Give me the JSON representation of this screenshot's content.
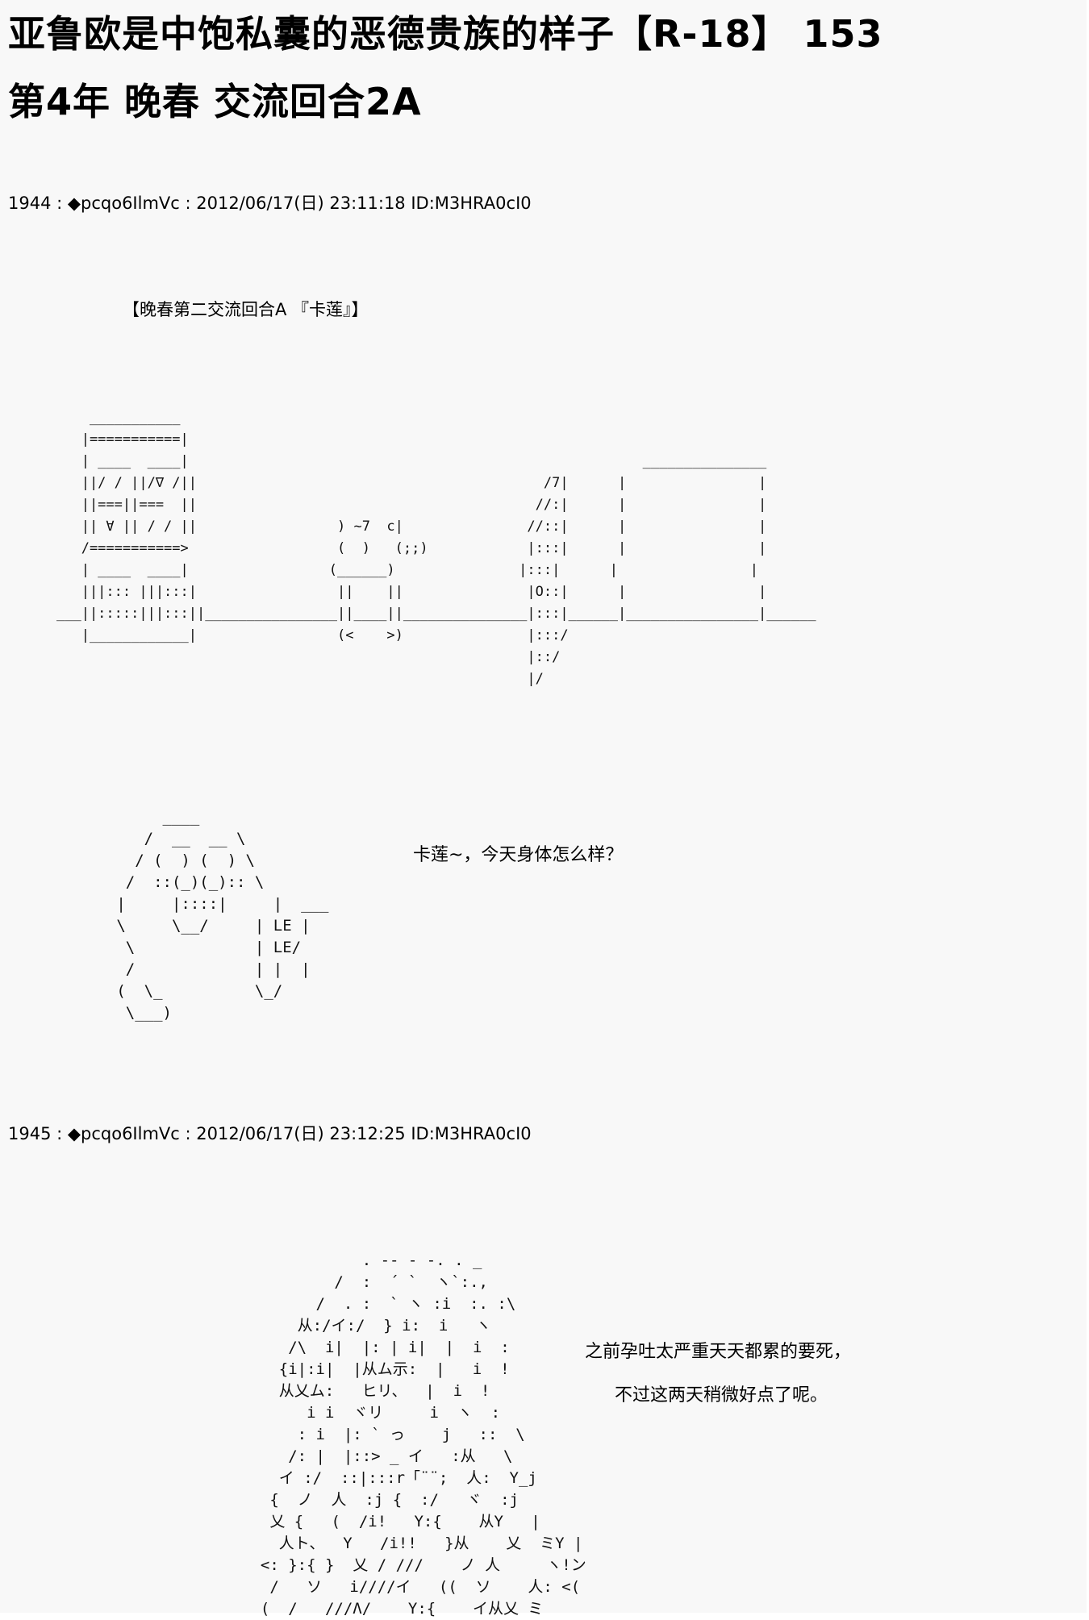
{
  "page": {
    "title": "亚鲁欧是中饱私囊的恶德贵族的样子【R-18】 153",
    "subtitle": "第4年  晚春  交流回合2A"
  },
  "posts": [
    {
      "header": "1944 : ◆pcqo6IlmVc : 2012/06/17(日) 23:11:18 ID:M3HRA0cI0",
      "scene_label": "【晚春第二交流回合A 『卡莲』】",
      "dialogue": [
        "卡莲~，今天身体怎么样？"
      ]
    },
    {
      "header": "1945 : ◆pcqo6IlmVc : 2012/06/17(日) 23:12:25 ID:M3HRA0cI0",
      "dialogue": [
        "之前孕吐太严重天天都累的要死，",
        "不过这两天稍微好点了呢。"
      ]
    }
  ]
}
